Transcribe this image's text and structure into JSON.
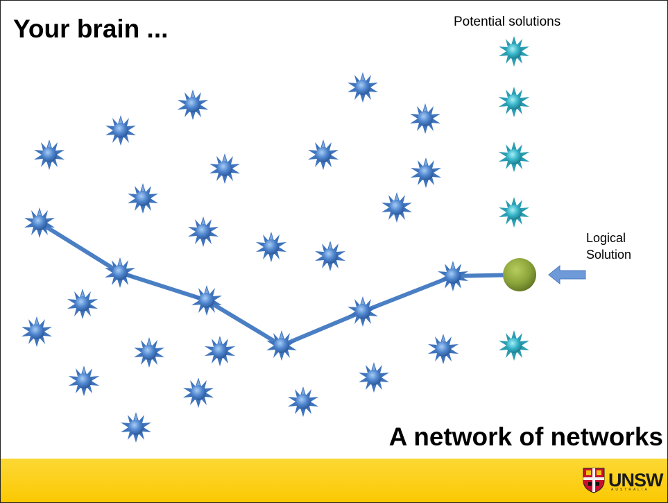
{
  "slide": {
    "title": "Your brain ...",
    "potential_label": "Potential solutions",
    "logical_label_line1": "Logical",
    "logical_label_line2": "Solution",
    "subtitle": "A network of networks",
    "logo_text": "UNSW",
    "logo_subtext": "AUSTRALIA"
  },
  "colors": {
    "neuron": "#4f86cf",
    "solution_neuron": "#36b5c9",
    "path": "#4a7fc4",
    "logical_solution": "#8aa33a",
    "arrow": "#6f9ad8",
    "footer": "#fdd017"
  },
  "icons": [
    "neuron-icon",
    "solution-neuron-icon",
    "arrow-left-icon",
    "unsw-crest-icon"
  ]
}
